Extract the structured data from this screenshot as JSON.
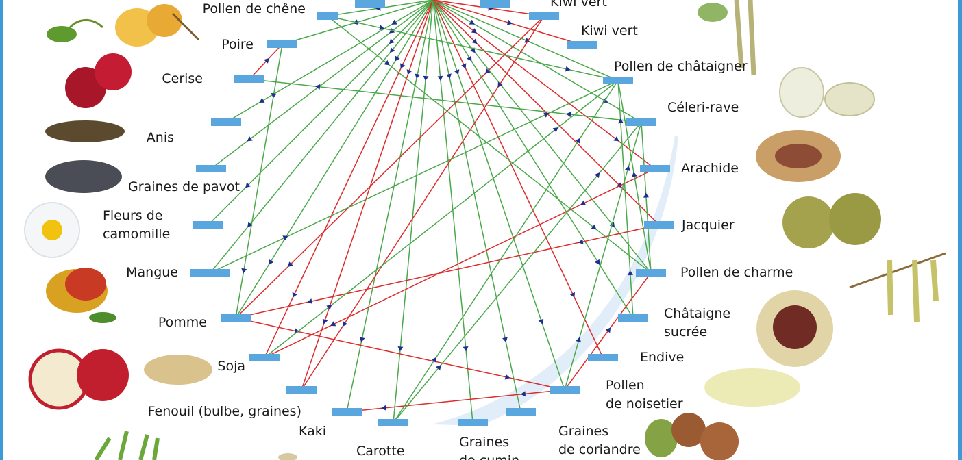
{
  "colors": {
    "node_bar": "#5aa7df",
    "border": "#3d9ad6",
    "highlight": "#dcebf8",
    "edge_green": "#4aa84a",
    "edge_red": "#dd2a2a",
    "arrowhead": "#1f2f8c"
  },
  "nodes": [
    {
      "id": "chene",
      "lines": [
        "Pollen de chêne"
      ]
    },
    {
      "id": "top1",
      "lines": []
    },
    {
      "id": "top2",
      "lines": []
    },
    {
      "id": "kiwi1",
      "lines": [
        "Kiwi vert"
      ]
    },
    {
      "id": "kiwi2",
      "lines": [
        "Kiwi vert"
      ]
    },
    {
      "id": "chataigner",
      "lines": [
        "Pollen de châtaigner"
      ]
    },
    {
      "id": "celeri",
      "lines": [
        "Céleri-rave"
      ]
    },
    {
      "id": "arachide",
      "lines": [
        "Arachide"
      ]
    },
    {
      "id": "jacquier",
      "lines": [
        "Jacquier"
      ]
    },
    {
      "id": "charme",
      "lines": [
        "Pollen de charme"
      ]
    },
    {
      "id": "chataigne",
      "lines": [
        "Châtaigne",
        "sucrée"
      ]
    },
    {
      "id": "endive",
      "lines": [
        "Endive"
      ]
    },
    {
      "id": "noisetier",
      "lines": [
        "Pollen",
        "de noisetier"
      ]
    },
    {
      "id": "coriandre",
      "lines": [
        "Graines",
        "de coriandre"
      ]
    },
    {
      "id": "cumin",
      "lines": [
        "Graines",
        "de cumin"
      ]
    },
    {
      "id": "carotte",
      "lines": [
        "Carotte"
      ]
    },
    {
      "id": "kaki",
      "lines": [
        "Kaki"
      ]
    },
    {
      "id": "fenouil",
      "lines": [
        "Fenouil (bulbe, graines)"
      ]
    },
    {
      "id": "soja",
      "lines": [
        "Soja"
      ]
    },
    {
      "id": "pomme",
      "lines": [
        "Pomme"
      ]
    },
    {
      "id": "mangue",
      "lines": [
        "Mangue"
      ]
    },
    {
      "id": "camomille",
      "lines": [
        "Fleurs de",
        "camomille"
      ]
    },
    {
      "id": "pavot",
      "lines": [
        "Graines de pavot"
      ]
    },
    {
      "id": "anis",
      "lines": [
        "Anis"
      ]
    },
    {
      "id": "cerise",
      "lines": [
        "Cerise"
      ]
    },
    {
      "id": "poire",
      "lines": [
        "Poire"
      ]
    }
  ],
  "hub": {
    "id": "hub"
  },
  "edges": [
    [
      "hub",
      "chene",
      "green"
    ],
    [
      "hub",
      "poire",
      "green"
    ],
    [
      "hub",
      "anis",
      "green"
    ],
    [
      "hub",
      "pavot",
      "green"
    ],
    [
      "hub",
      "mangue",
      "green"
    ],
    [
      "hub",
      "camomille",
      "green"
    ],
    [
      "hub",
      "pomme",
      "green"
    ],
    [
      "hub",
      "soja",
      "red"
    ],
    [
      "hub",
      "fenouil",
      "red"
    ],
    [
      "hub",
      "kaki",
      "green"
    ],
    [
      "hub",
      "carotte",
      "green"
    ],
    [
      "hub",
      "cumin",
      "green"
    ],
    [
      "hub",
      "coriandre",
      "green"
    ],
    [
      "hub",
      "noisetier",
      "green"
    ],
    [
      "hub",
      "endive",
      "red"
    ],
    [
      "hub",
      "chataigne",
      "green"
    ],
    [
      "hub",
      "charme",
      "green"
    ],
    [
      "hub",
      "jacquier",
      "red"
    ],
    [
      "hub",
      "arachide",
      "red"
    ],
    [
      "hub",
      "celeri",
      "green"
    ],
    [
      "hub",
      "chataigner",
      "green"
    ],
    [
      "hub",
      "kiwi2",
      "red"
    ],
    [
      "hub",
      "kiwi1",
      "red"
    ],
    [
      "celeri",
      "cerise",
      "green"
    ],
    [
      "kiwi1",
      "pomme",
      "red"
    ],
    [
      "kiwi1",
      "fenouil",
      "red"
    ],
    [
      "cerise",
      "poire",
      "red"
    ],
    [
      "jacquier",
      "pomme",
      "red"
    ],
    [
      "arachide",
      "soja",
      "red"
    ],
    [
      "pomme",
      "noisetier",
      "red"
    ],
    [
      "noisetier",
      "kaki",
      "red"
    ],
    [
      "noisetier",
      "charme",
      "red"
    ],
    [
      "carotte",
      "celeri",
      "green"
    ],
    [
      "carotte",
      "chataigner",
      "green"
    ],
    [
      "chene",
      "charme",
      "green"
    ],
    [
      "chene",
      "chataigner",
      "green"
    ],
    [
      "charme",
      "chataigner",
      "green"
    ],
    [
      "charme",
      "celeri",
      "green"
    ],
    [
      "noisetier",
      "celeri",
      "green"
    ],
    [
      "chataigne",
      "chataigner",
      "green"
    ],
    [
      "poire",
      "pomme",
      "green"
    ],
    [
      "mangue",
      "chataigner",
      "green"
    ],
    [
      "soja",
      "chataigner",
      "green"
    ]
  ]
}
